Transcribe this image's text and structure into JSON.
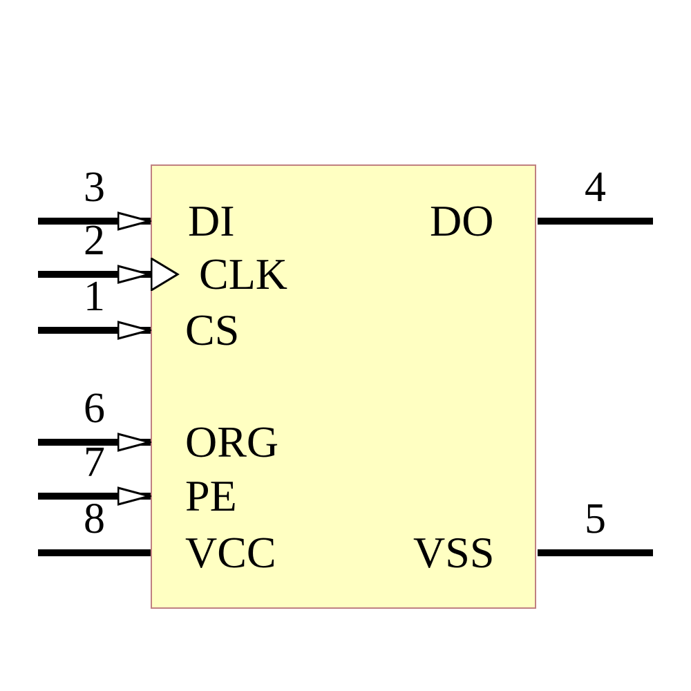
{
  "component": {
    "kind": "IC schematic symbol",
    "body_fill": "#FFFFC2",
    "body_border": "#C08080",
    "wire_color": "#000000"
  },
  "pins": {
    "left": [
      {
        "number": "3",
        "label": "DI",
        "arrow": true,
        "clock": false
      },
      {
        "number": "2",
        "label": "CLK",
        "arrow": true,
        "clock": true
      },
      {
        "number": "1",
        "label": "CS",
        "arrow": true,
        "clock": false
      },
      {
        "number": "6",
        "label": "ORG",
        "arrow": true,
        "clock": false
      },
      {
        "number": "7",
        "label": "PE",
        "arrow": true,
        "clock": false
      },
      {
        "number": "8",
        "label": "VCC",
        "arrow": false,
        "clock": false
      }
    ],
    "right": [
      {
        "number": "4",
        "label": "DO"
      },
      {
        "number": "5",
        "label": "VSS"
      }
    ]
  }
}
